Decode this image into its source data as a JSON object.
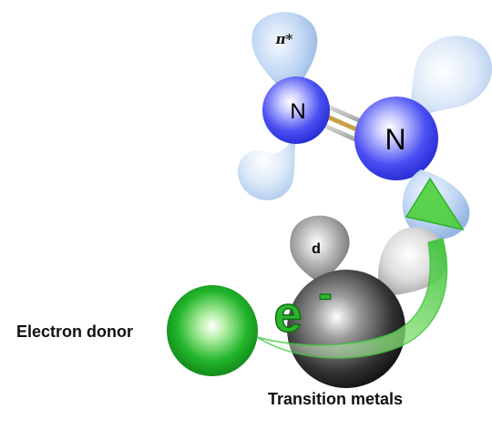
{
  "labels": {
    "pi_star": "π*",
    "nitrogen_left": "N",
    "nitrogen_right": "N",
    "d_orbital": "d",
    "electron": "e",
    "electron_charge": "-",
    "electron_donor": "Electron donor",
    "transition_metals": "Transition metals"
  },
  "colors": {
    "nitrogen": "#3a3df0",
    "orbital_blue": "#8fb7e8",
    "metal": "#3a3a3a",
    "donor_green": "#1fb52b",
    "arrow_green": "#4ccf3a",
    "electron_text": "#2db52f",
    "bond_gold": "#c8a24a"
  },
  "icons": {
    "electron_transfer": "curved-arrow-icon"
  }
}
